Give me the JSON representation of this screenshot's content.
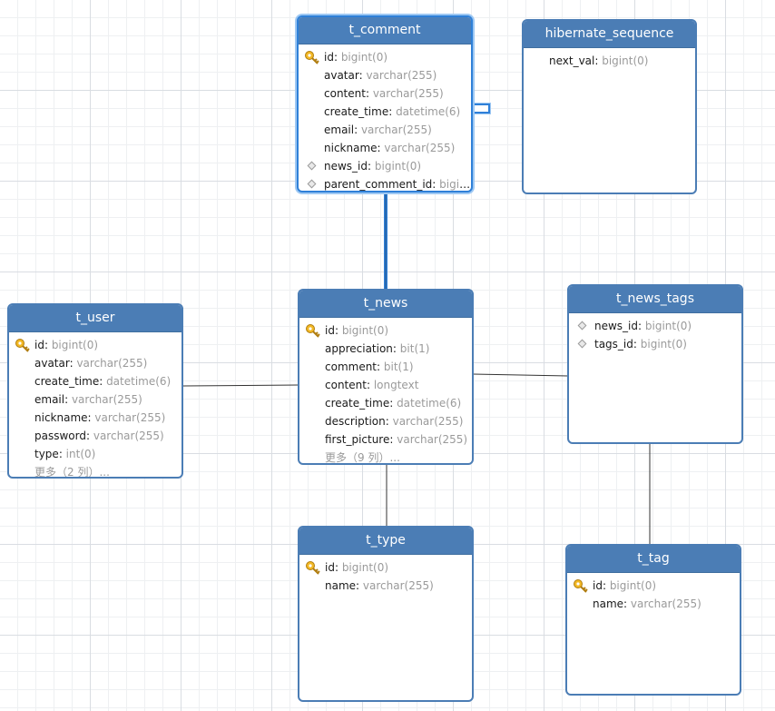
{
  "tables": {
    "t_comment": {
      "name": "t_comment",
      "fields": [
        {
          "name": "id",
          "type": "bigint(0)"
        },
        {
          "name": "avatar",
          "type": "varchar(255)"
        },
        {
          "name": "content",
          "type": "varchar(255)"
        },
        {
          "name": "create_time",
          "type": "datetime(6)"
        },
        {
          "name": "email",
          "type": "varchar(255)"
        },
        {
          "name": "nickname",
          "type": "varchar(255)"
        },
        {
          "name": "news_id",
          "type": "bigint(0)"
        },
        {
          "name": "parent_comment_id",
          "type": "bigin..."
        }
      ]
    },
    "hibernate_sequence": {
      "name": "hibernate_sequence",
      "fields": [
        {
          "name": "next_val",
          "type": "bigint(0)"
        }
      ]
    },
    "t_user": {
      "name": "t_user",
      "fields": [
        {
          "name": "id",
          "type": "bigint(0)"
        },
        {
          "name": "avatar",
          "type": "varchar(255)"
        },
        {
          "name": "create_time",
          "type": "datetime(6)"
        },
        {
          "name": "email",
          "type": "varchar(255)"
        },
        {
          "name": "nickname",
          "type": "varchar(255)"
        },
        {
          "name": "password",
          "type": "varchar(255)"
        },
        {
          "name": "type",
          "type": "int(0)"
        }
      ],
      "more": "更多（2 列）..."
    },
    "t_news": {
      "name": "t_news",
      "fields": [
        {
          "name": "id",
          "type": "bigint(0)"
        },
        {
          "name": "appreciation",
          "type": "bit(1)"
        },
        {
          "name": "comment",
          "type": "bit(1)"
        },
        {
          "name": "content",
          "type": "longtext"
        },
        {
          "name": "create_time",
          "type": "datetime(6)"
        },
        {
          "name": "description",
          "type": "varchar(255)"
        },
        {
          "name": "first_picture",
          "type": "varchar(255)"
        }
      ],
      "more": "更多（9 列）..."
    },
    "t_news_tags": {
      "name": "t_news_tags",
      "fields": [
        {
          "name": "news_id",
          "type": "bigint(0)"
        },
        {
          "name": "tags_id",
          "type": "bigint(0)"
        }
      ]
    },
    "t_type": {
      "name": "t_type",
      "fields": [
        {
          "name": "id",
          "type": "bigint(0)"
        },
        {
          "name": "name",
          "type": "varchar(255)"
        }
      ]
    },
    "t_tag": {
      "name": "t_tag",
      "fields": [
        {
          "name": "id",
          "type": "bigint(0)"
        },
        {
          "name": "name",
          "type": "varchar(255)"
        }
      ]
    }
  },
  "colors": {
    "header": "#4b7db5",
    "selected_border": "#2f80d8",
    "type_text": "#9a9a9a",
    "link": "#333333",
    "selected_link": "#2f80d8"
  },
  "icons": {
    "primary_key": "key-icon",
    "foreign_key": "diamond-icon"
  }
}
